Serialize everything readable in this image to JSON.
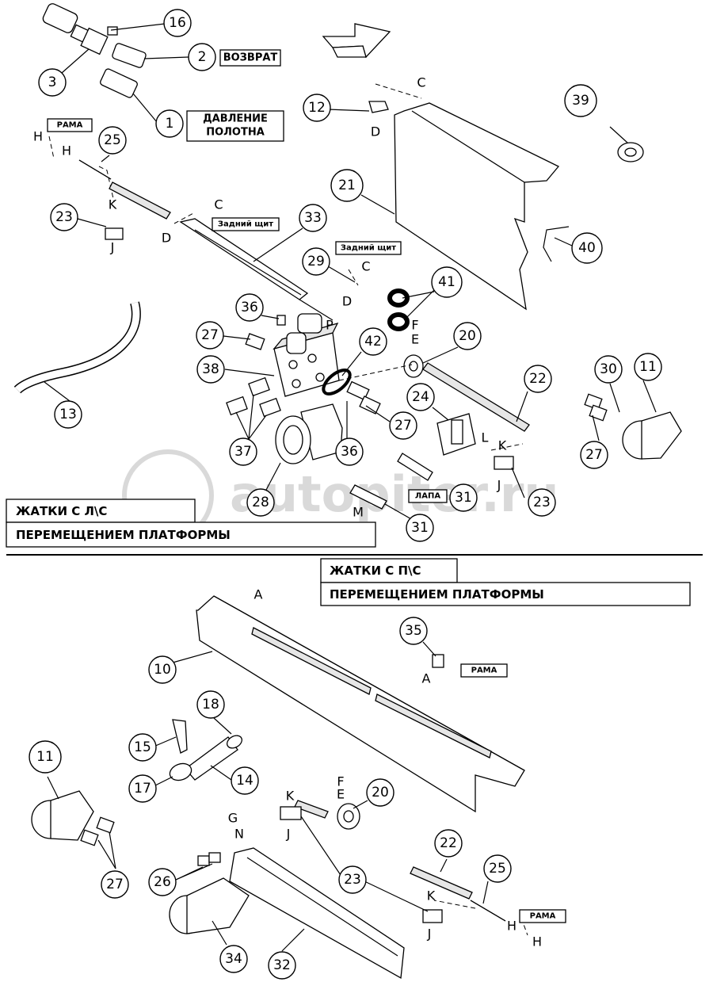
{
  "watermark": "autopiter.ru",
  "sections": {
    "top_line1": "ЖАТКИ С Л\\С",
    "top_line2": "ПЕРЕМЕЩЕНИЕМ ПЛАТФОРМЫ",
    "bottom_line1": "ЖАТКИ С П\\С",
    "bottom_line2": "ПЕРЕМЕЩЕНИЕМ ПЛАТФОРМЫ"
  },
  "labels": {
    "return": "ВОЗВРАТ",
    "pressure_l1": "ДАВЛЕНИЕ",
    "pressure_l2": "ПОЛОТНА",
    "rama": "РАМА",
    "rear_shield": "Задний щит",
    "lapa": "ЛАПА"
  },
  "callouts": [
    "16",
    "2",
    "3",
    "1",
    "12",
    "39",
    "25",
    "21",
    "23",
    "33",
    "40",
    "29",
    "41",
    "36",
    "27",
    "42",
    "20",
    "38",
    "22",
    "11",
    "30",
    "24",
    "13",
    "37",
    "36",
    "27",
    "28",
    "31",
    "23",
    "27",
    "31",
    "10",
    "35",
    "18",
    "15",
    "14",
    "17",
    "20",
    "11",
    "22",
    "27",
    "26",
    "23",
    "25",
    "34",
    "32"
  ],
  "letters": {
    "C": "C",
    "D": "D",
    "H": "H",
    "K": "K",
    "J": "J",
    "P": "P",
    "F": "F",
    "E": "E",
    "L": "L",
    "M": "M",
    "A": "A",
    "G": "G",
    "N": "N"
  }
}
